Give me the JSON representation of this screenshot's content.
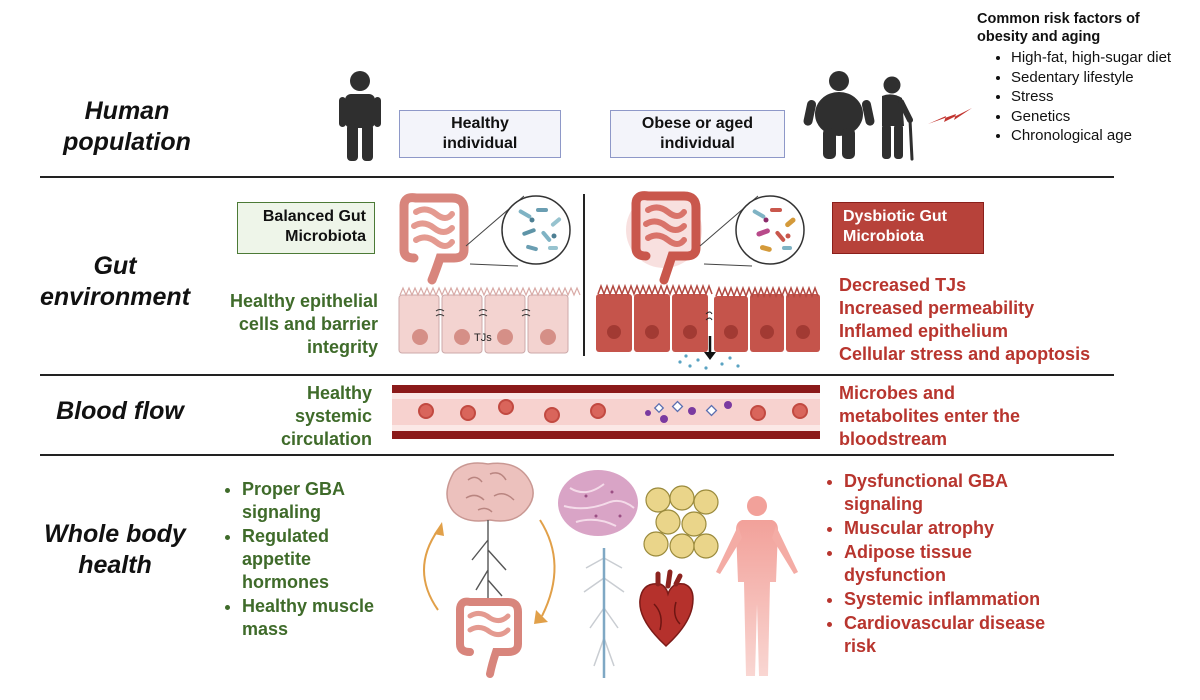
{
  "rows": {
    "human": "Human population",
    "gut": "Gut environment",
    "blood": "Blood flow",
    "whole": "Whole body health"
  },
  "boxes": {
    "healthy_individual": "Healthy individual",
    "obese_individual": "Obese or aged individual",
    "balanced": "Balanced Gut Microbiota",
    "dysbiotic": "Dysbiotic Gut Microbiota"
  },
  "risk": {
    "title": "Common risk factors of obesity and aging",
    "items": [
      "High-fat, high-sugar diet",
      "Sedentary lifestyle",
      "Stress",
      "Genetics",
      "Chronological age"
    ]
  },
  "gut_left": "Healthy epithelial cells and barrier integrity",
  "tjs_label": "TJs",
  "gut_right": [
    "Decreased TJs",
    "Increased permeability",
    "Inflamed epithelium",
    "Cellular stress and apoptosis"
  ],
  "blood_left": "Healthy systemic circulation",
  "blood_right": "Microbes and metabolites enter the bloodstream",
  "whole_left": [
    "Proper GBA signaling",
    "Regulated appetite hormones",
    "Healthy muscle mass"
  ],
  "whole_right": [
    "Dysfunctional GBA signaling",
    "Muscular atrophy",
    "Adipose tissue dysfunction",
    "Systemic inflammation",
    "Cardiovascular disease risk"
  ],
  "colors": {
    "healthy_green": "#3f6b2a",
    "dysbiotic_red": "#b8352e",
    "vessel": "#8b1a1a",
    "person": "#2f2f2f"
  }
}
